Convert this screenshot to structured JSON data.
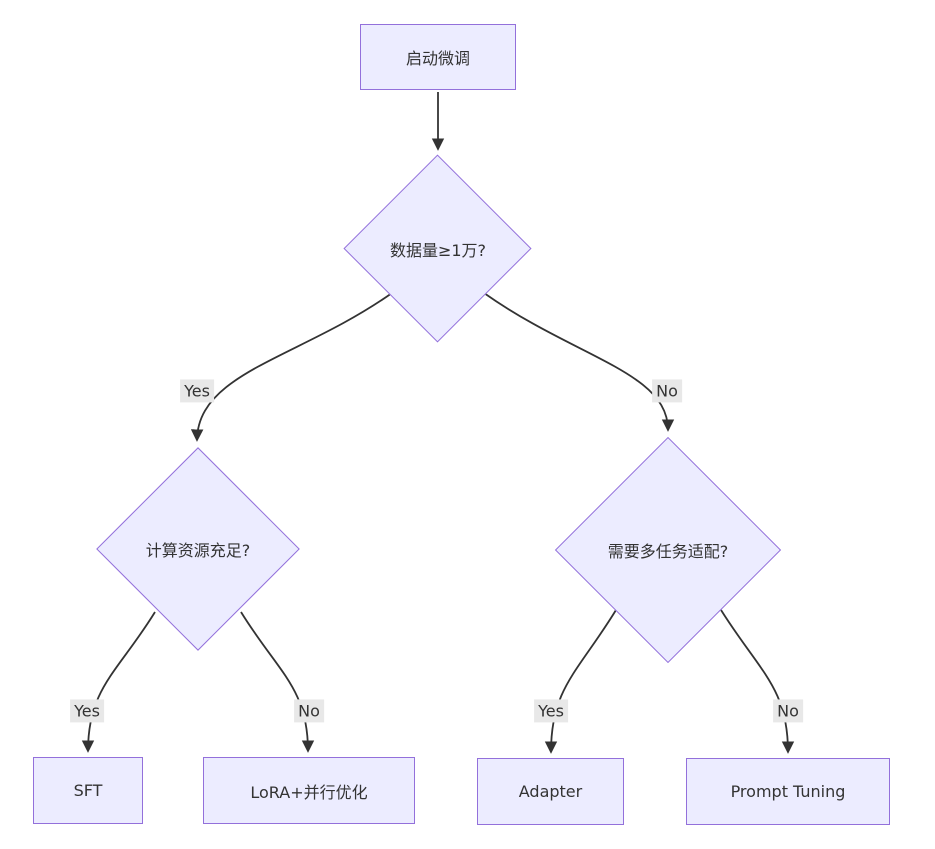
{
  "diagram": {
    "type": "flowchart",
    "direction": "top-down",
    "nodes": {
      "start": {
        "shape": "rect",
        "label": "启动微调"
      },
      "data_check": {
        "shape": "diamond",
        "label": "数据量≥1万?"
      },
      "compute_check": {
        "shape": "diamond",
        "label": "计算资源充足?"
      },
      "multitask_check": {
        "shape": "diamond",
        "label": "需要多任务适配?"
      },
      "sft": {
        "shape": "rect",
        "label": "SFT"
      },
      "lora": {
        "shape": "rect",
        "label": "LoRA+并行优化"
      },
      "adapter": {
        "shape": "rect",
        "label": "Adapter"
      },
      "prompt_tuning": {
        "shape": "rect",
        "label": "Prompt Tuning"
      }
    },
    "edges": [
      {
        "from": "start",
        "to": "data_check",
        "label": ""
      },
      {
        "from": "data_check",
        "to": "compute_check",
        "label": "Yes"
      },
      {
        "from": "data_check",
        "to": "multitask_check",
        "label": "No"
      },
      {
        "from": "compute_check",
        "to": "sft",
        "label": "Yes"
      },
      {
        "from": "compute_check",
        "to": "lora",
        "label": "No"
      },
      {
        "from": "multitask_check",
        "to": "adapter",
        "label": "Yes"
      },
      {
        "from": "multitask_check",
        "to": "prompt_tuning",
        "label": "No"
      }
    ],
    "colors": {
      "node_fill": "#ECECFF",
      "node_border": "#9370DB",
      "edge": "#333333",
      "edge_label_bg": "#e8e8e8",
      "text": "#333333",
      "background": "#ffffff"
    }
  }
}
